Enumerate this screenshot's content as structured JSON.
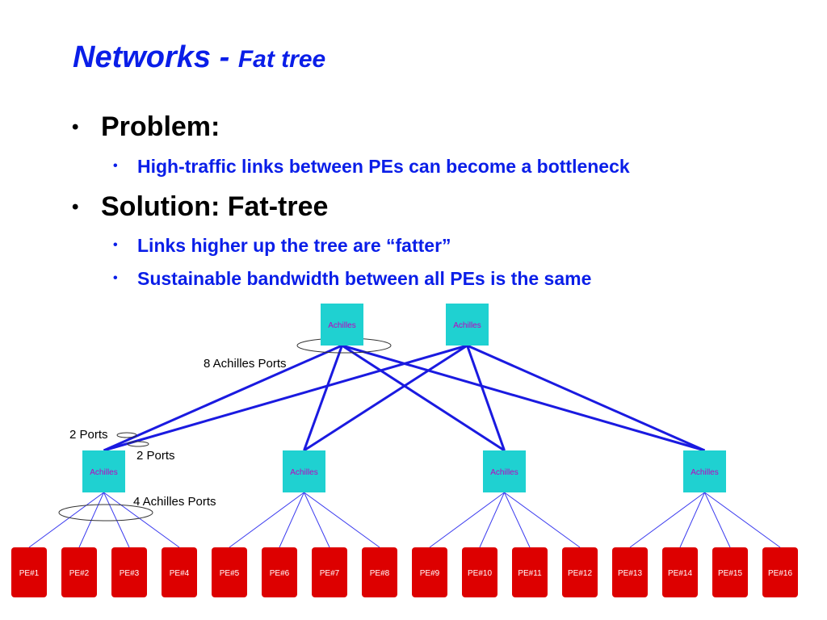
{
  "title": {
    "main": "Networks - ",
    "sub": "Fat tree"
  },
  "bullets": {
    "problem": "Problem:",
    "problem_detail": "High-traffic links between PEs can become a bottleneck",
    "solution": "Solution: Fat-tree",
    "solution_detail_1": "Links higher up the tree are “fatter”",
    "solution_detail_2": "Sustainable bandwidth between all PEs is the same"
  },
  "diagram": {
    "switch_label": "Achilles",
    "annotations": {
      "top_ports": "8 Achilles Ports",
      "left_ports": "2 Ports",
      "right_ports": "2 Ports",
      "leaf_ports": "4 Achilles Ports"
    },
    "pe_labels": [
      "PE#1",
      "PE#2",
      "PE#3",
      "PE#4",
      "PE#5",
      "PE#6",
      "PE#7",
      "PE#8",
      "PE#9",
      "PE#10",
      "PE#11",
      "PE#12",
      "PE#13",
      "PE#14",
      "PE#15",
      "PE#16"
    ],
    "colors": {
      "switch_fill": "#1fd1d1",
      "switch_text": "#c000c0",
      "pe_fill": "#dd0000",
      "pe_text": "#ffffff",
      "trunk_link": "#1a1ae0",
      "leaf_link": "#3a3aef"
    }
  }
}
